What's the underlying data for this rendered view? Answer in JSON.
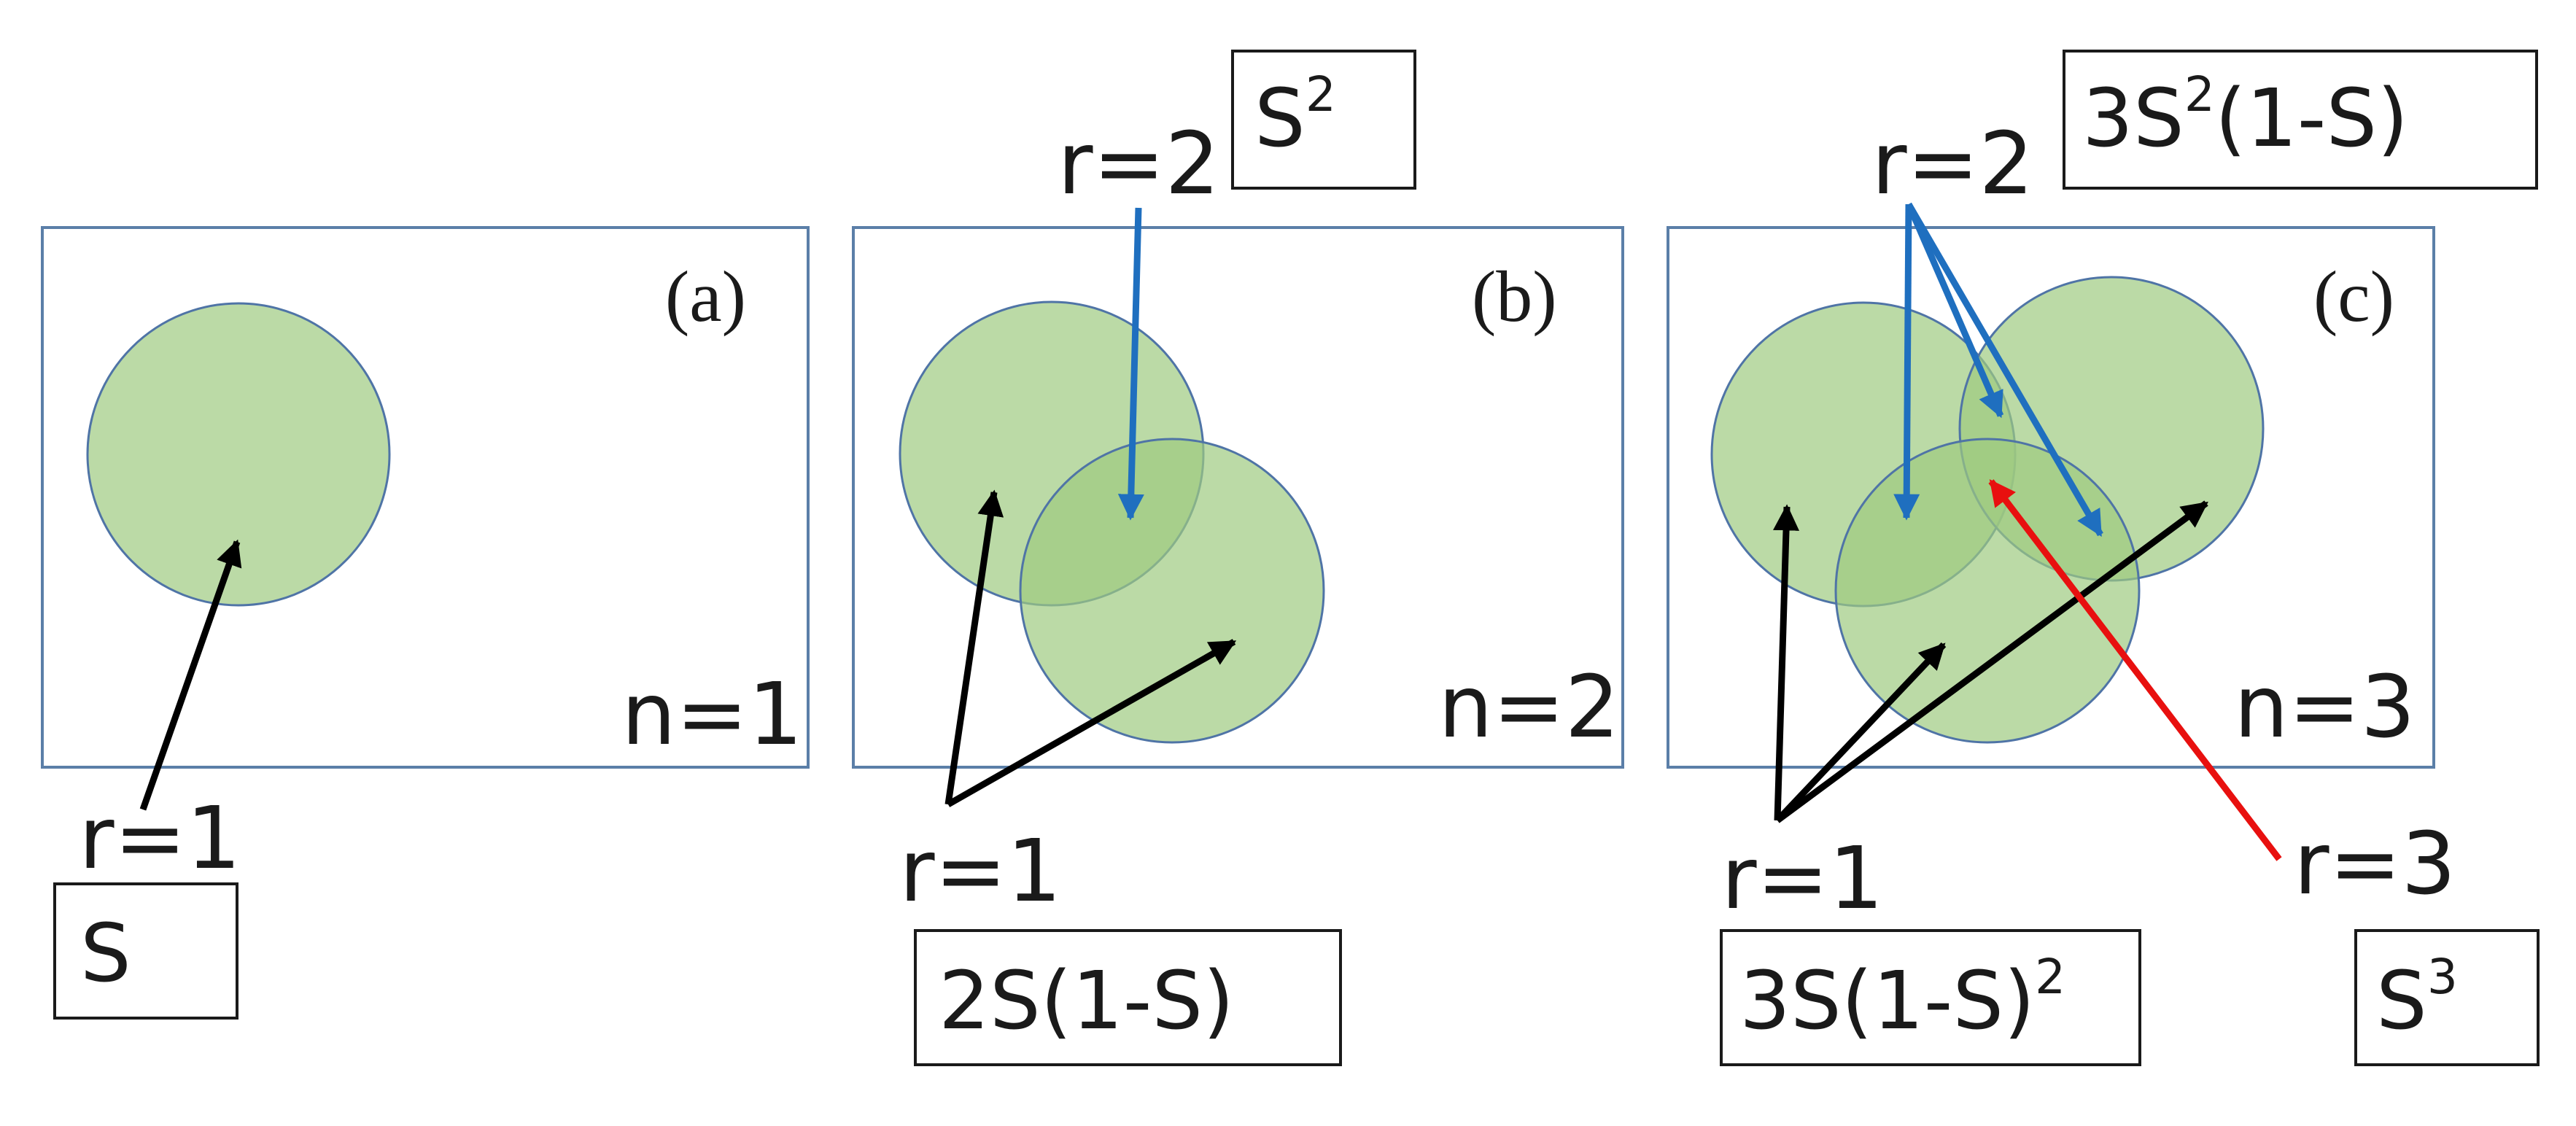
{
  "panels": [
    {
      "label": "(a)",
      "n_label": "n=1",
      "r_labels": [
        "r=1"
      ],
      "formulas": [
        {
          "base": "S",
          "sup": "",
          "tail": ""
        }
      ]
    },
    {
      "label": "(b)",
      "n_label": "n=2",
      "r_labels": [
        "r=1",
        "r=2"
      ],
      "formulas": [
        {
          "base": "2S(1-S)",
          "sup": "",
          "tail": ""
        },
        {
          "base": "S",
          "sup": "2",
          "tail": ""
        }
      ]
    },
    {
      "label": "(c)",
      "n_label": "n=3",
      "r_labels": [
        "r=1",
        "r=2",
        "r=3"
      ],
      "formulas": [
        {
          "base": "3S(1-S)",
          "sup": "2",
          "tail": ""
        },
        {
          "base": "3S",
          "sup": "2",
          "tail": "(1-S)"
        },
        {
          "base": "S",
          "sup": "3",
          "tail": ""
        }
      ]
    }
  ],
  "colors": {
    "circle_fill": "#9eca80",
    "circle_stroke": "#4f74a6",
    "panel_border": "#5b7fa8",
    "arrow_r1": "#000000",
    "arrow_r2": "#1f6fbf",
    "arrow_r3": "#e8100f"
  }
}
